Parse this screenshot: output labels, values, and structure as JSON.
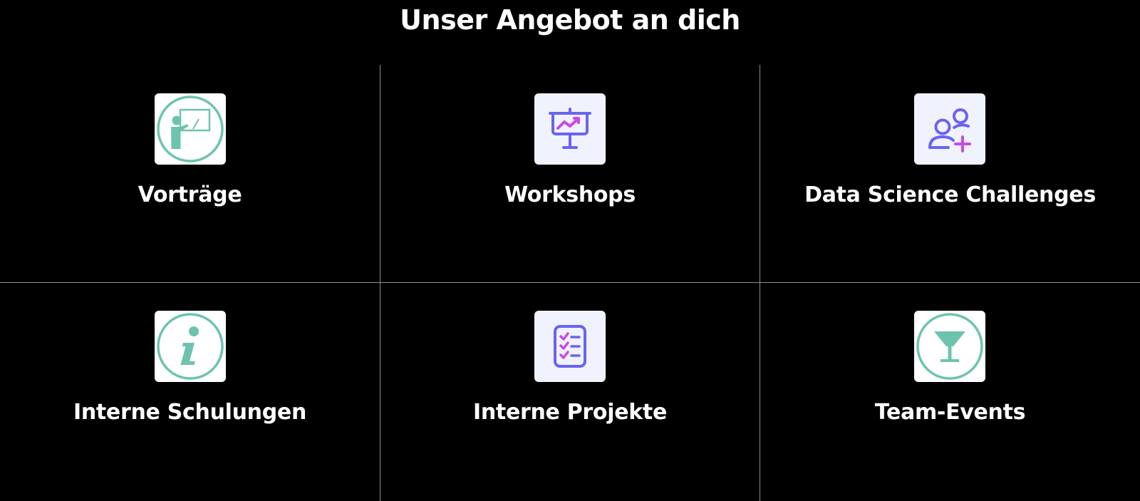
{
  "title": "Unser Angebot an dich",
  "offers": [
    {
      "label": "Vorträge",
      "icon": "presenter-icon",
      "tile_color": "#ffffff",
      "accent": "#6cc4ae"
    },
    {
      "label": "Workshops",
      "icon": "presentation-chart-icon",
      "tile_color": "#f0f2fd",
      "accent": "#6a64f0"
    },
    {
      "label": "Data Science Challenges",
      "icon": "users-add-icon",
      "tile_color": "#f0f2fd",
      "accent": "#6a64f0"
    },
    {
      "label": "Interne Schulungen",
      "icon": "info-icon",
      "tile_color": "#ffffff",
      "accent": "#6cc4ae"
    },
    {
      "label": "Interne Projekte",
      "icon": "checklist-icon",
      "tile_color": "#f0f2fd",
      "accent": "#6a64f0"
    },
    {
      "label": "Team-Events",
      "icon": "cocktail-glass-icon",
      "tile_color": "#ffffff",
      "accent": "#6cc4ae"
    }
  ],
  "colors": {
    "background": "#000000",
    "text": "#ffffff",
    "divider": "#8c8c8c",
    "teal": "#6cc4ae",
    "purple": "#6a64f0",
    "magenta": "#c94ae6"
  }
}
